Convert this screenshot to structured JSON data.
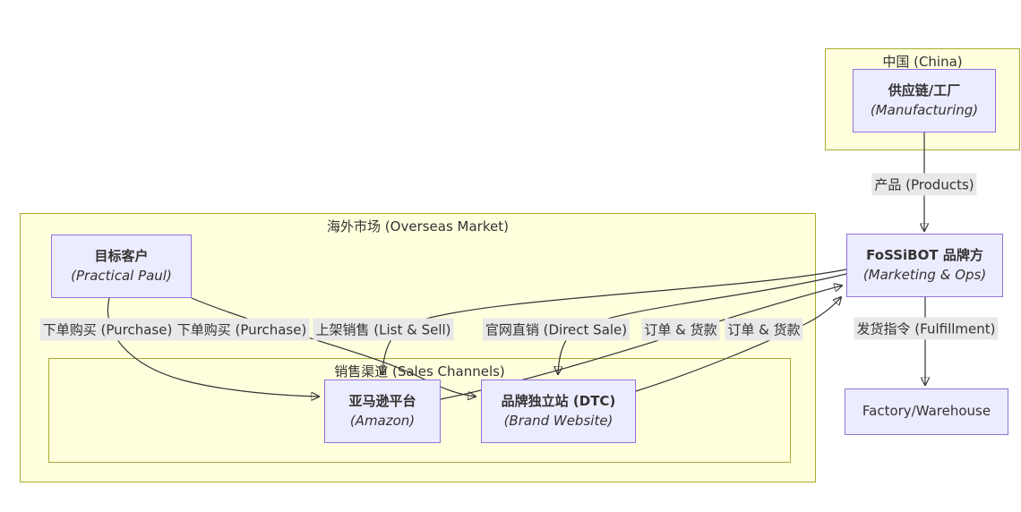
{
  "diagram": {
    "colors": {
      "node_fill": "#ECECFF",
      "node_border": "#9370DB",
      "cluster_fill": "#ffffde",
      "cluster_border": "#aaaa33",
      "edge_label_bg": "#e8e8e8",
      "line": "#333333",
      "text": "#333333"
    },
    "clusters": {
      "china": {
        "title": "中国 (China)"
      },
      "overseas": {
        "title": "海外市场 (Overseas Market)"
      },
      "sales_channels": {
        "title": "销售渠道 (Sales Channels)"
      }
    },
    "nodes": {
      "supply_chain": {
        "title": "供应链/工厂",
        "subtitle": "(Manufacturing)"
      },
      "target_customer": {
        "title": "目标客户",
        "subtitle": "(Practical Paul)"
      },
      "brand": {
        "title": "FoSSiBOT 品牌方",
        "subtitle": "(Marketing & Ops)"
      },
      "amazon": {
        "title": "亚马逊平台",
        "subtitle": "(Amazon)"
      },
      "dtc": {
        "title": "品牌独立站 (DTC)",
        "subtitle": "(Brand Website)"
      },
      "warehouse": {
        "title": "Factory/Warehouse"
      }
    },
    "edge_labels": {
      "products": "产品 (Products)",
      "fulfillment": "发货指令 (Fulfillment)",
      "purchase_amazon": "下单购买 (Purchase)",
      "purchase_dtc": "下单购买 (Purchase)",
      "list_sell": "上架销售 (List & Sell)",
      "direct_sale": "官网直销 (Direct Sale)",
      "order_payment_amazon": "订单 & 货款",
      "order_payment_dtc": "订单 & 货款"
    }
  }
}
